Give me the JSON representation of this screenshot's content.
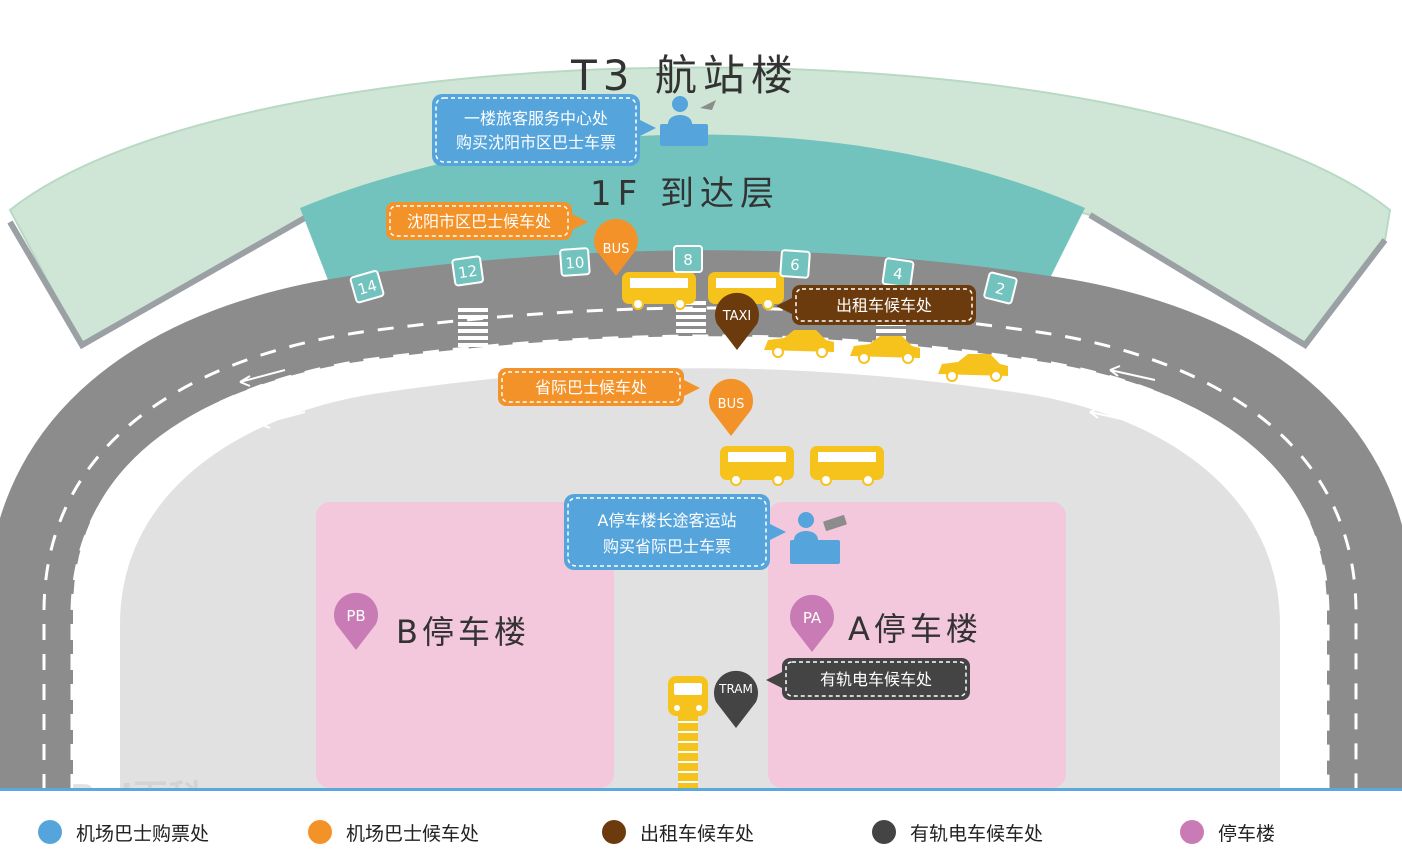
{
  "terminal": {
    "title": "T3 航站楼",
    "floor_label": "1F 到达层"
  },
  "callouts": {
    "service_center": [
      "一楼旅客服务中心处",
      "购买沈阳市区巴士车票"
    ],
    "city_bus_stop": "沈阳市区巴士候车处",
    "taxi_stop": "出租车候车处",
    "intercity_bus_stop": "省际巴士候车处",
    "long_distance_station": [
      "A停车楼长途客运站",
      "购买省际巴士车票"
    ],
    "tram_stop": "有轨电车候车处"
  },
  "gates": [
    "14",
    "12",
    "10",
    "8",
    "6",
    "4",
    "2"
  ],
  "pins": {
    "bus_1": "BUS",
    "bus_2": "BUS",
    "taxi": "TAXI",
    "tram": "TRAM",
    "parking_b": "PB",
    "parking_a": "PA"
  },
  "parking": {
    "b_label": "B停车楼",
    "a_label": "A停车楼"
  },
  "legend": [
    {
      "label": "机场巴士购票处",
      "color": "#55a5dc"
    },
    {
      "label": "机场巴士候车处",
      "color": "#f39229"
    },
    {
      "label": "出租车候车处",
      "color": "#6b3b0e"
    },
    {
      "label": "有轨电车候车处",
      "color": "#444444"
    },
    {
      "label": "停车楼",
      "color": "#c97bb6"
    }
  ],
  "colors": {
    "terminal": "#cfe6d6",
    "arrival_floor": "#72c3be",
    "road": "#8c8c8c",
    "plaza": "#e1e1e1",
    "parking": "#f3c7dc",
    "bus": "#f6c21c"
  },
  "watermark": "Bai百科"
}
